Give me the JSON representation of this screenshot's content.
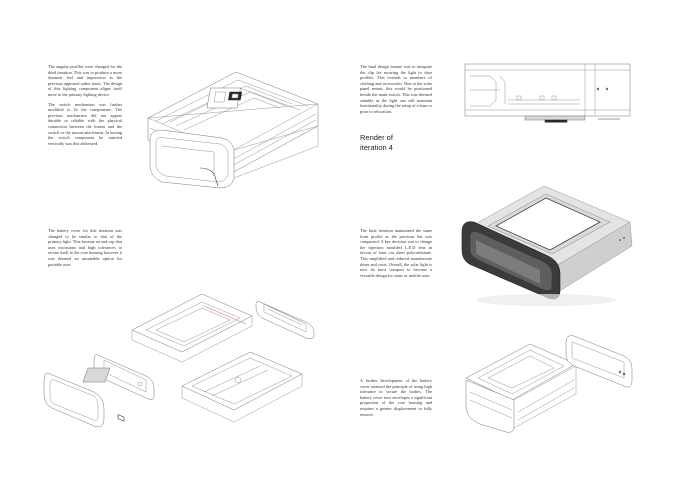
{
  "texts": {
    "p1": "The angular profiles were changed for the third iteration. This was to produce a more dynamic feel and impression as the previous appeared rather static. The design of this lighting component aligns itself more to the primary lighting device.",
    "p2": "The switch mechanism was further modified to fit the components. The previous mechanism did not appear durable or reliable with the physical connection between the button and the switch or the mount attachment. In having the switch component be inserted vertically was this addressed.",
    "p3": "The final design feature was to integrate the clip for securing the light to shoe profiles. This extends to members of clothing and accessories. Due to the solar panel mount, this would be positioned beside the main switch. This was deemed suitable as the light can still maintain functionality during the setup of a base or prior to relocation.",
    "heading": "Render of iteration 4",
    "p4": "The battery cover for this iteration was changed to be similar to that of the primary light. This became an end cap that uses extrusions and high tolerances to secure itself to the core housing however it was deemed an unsuitable option for portable uses.",
    "p5": "The final iteration maintained the same front profile as the previous but was compacted. A key decision was to change the injection moulded L.E.D lens in favour of laser cut sheet polycarbonate. This simplified and reduced manufacture times and costs. Overall, the solar light is now its most compact to become a versatile design for static or mobile uses.",
    "p6": "A further development of the battery cover retained the principle of using high tolerance to secure the bodies. The battery cover now envelopes a significant proportion of the core housing and requires a greater displacement to fully remove."
  }
}
